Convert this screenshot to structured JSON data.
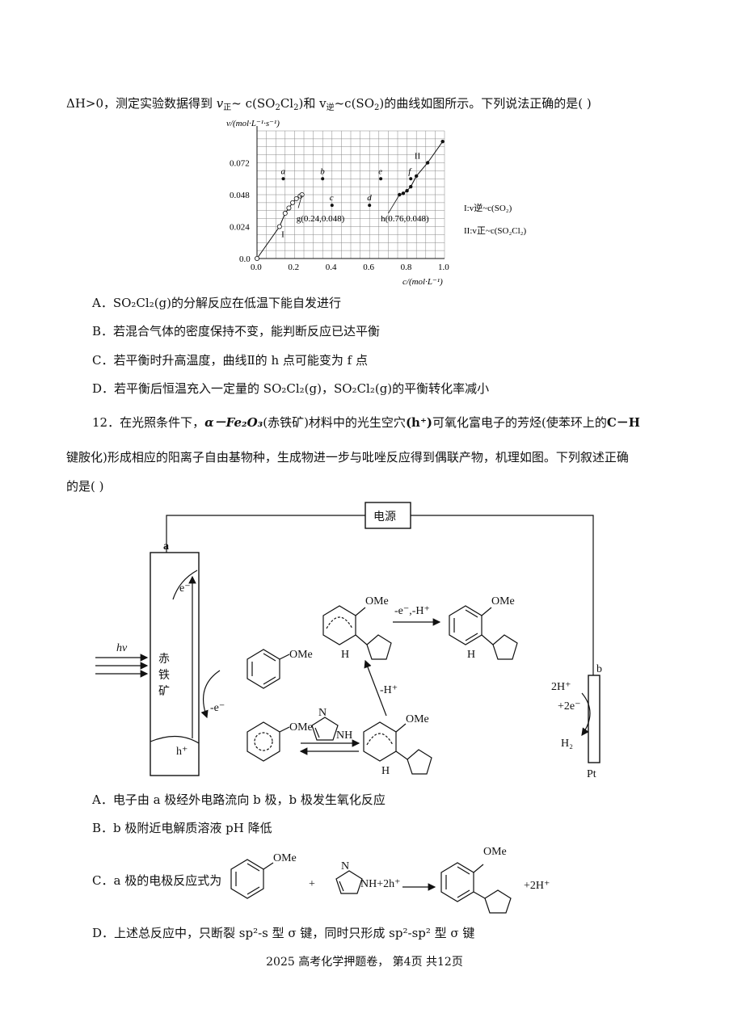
{
  "q11": {
    "stem_dh": "ΔH>0，测定实验数据得到 ",
    "stem_v1": "v",
    "stem_v1sub": "正",
    "stem_mid1": "~ c(SO",
    "stem_mid2": "Cl",
    "stem_mid3": ")和 v",
    "stem_v2sub": "逆",
    "stem_mid4": "~c(SO",
    "stem_end": ")的曲线如图所示。下列说法正确的是(      )",
    "options": {
      "A": "A．SO₂Cl₂(g)的分解反应在低温下能自发进行",
      "B": "B．若混合气体的密度保持不变，能判断反应已达平衡",
      "C": "C．若平衡时升高温度，曲线Ⅱ的 h 点可能变为 f 点",
      "D": "D．若平衡后恒温充入一定量的 SO₂Cl₂(g)，SO₂Cl₂(g)的平衡转化率减小"
    }
  },
  "chart_data": {
    "type": "scatter",
    "xlabel": "c/(mol·L⁻¹)",
    "ylabel": "v/(mol·L⁻¹·s⁻¹)",
    "xlim": [
      0,
      1.0
    ],
    "ylim": [
      0,
      0.096
    ],
    "x_ticks": [
      "0.0",
      "0.2",
      "0.4",
      "0.6",
      "0.8",
      "1.0"
    ],
    "y_ticks": [
      "0.024",
      "0.048",
      "0.072"
    ],
    "grid": true,
    "series": [
      {
        "name": "I:v逆~c(SO₂)",
        "curve_label": "I",
        "points": [
          [
            0,
            0
          ],
          [
            0.12,
            0.024
          ],
          [
            0.15,
            0.034
          ],
          [
            0.17,
            0.038
          ],
          [
            0.19,
            0.042
          ],
          [
            0.21,
            0.045
          ],
          [
            0.23,
            0.047
          ],
          [
            0.24,
            0.048
          ]
        ]
      },
      {
        "name": "II:v正~c(SO₂Cl₂)",
        "curve_label": "II",
        "points": [
          [
            0.76,
            0.048
          ],
          [
            0.78,
            0.049
          ],
          [
            0.8,
            0.051
          ],
          [
            0.82,
            0.054
          ],
          [
            0.85,
            0.062
          ],
          [
            0.91,
            0.072
          ],
          [
            0.99,
            0.088
          ]
        ]
      }
    ],
    "labeled_points": [
      {
        "label": "a",
        "x": 0.14,
        "y": 0.06
      },
      {
        "label": "b",
        "x": 0.35,
        "y": 0.06
      },
      {
        "label": "c",
        "x": 0.4,
        "y": 0.04
      },
      {
        "label": "d",
        "x": 0.6,
        "y": 0.04
      },
      {
        "label": "e",
        "x": 0.66,
        "y": 0.06
      },
      {
        "label": "f",
        "x": 0.82,
        "y": 0.06
      }
    ],
    "annotations": [
      {
        "text": "g(0.24,0.048)",
        "x": 0.24,
        "y": 0.048
      },
      {
        "text": "h(0.76,0.048)",
        "x": 0.76,
        "y": 0.048
      }
    ],
    "legend_placement": "right"
  },
  "q12": {
    "line1_a": "12．在光照条件下，",
    "line1_b": "α－Fe₂O₃",
    "line1_c": "(赤铁矿)材料中的光生空穴",
    "line1_d": "(h⁺)",
    "line1_e": "可氧化富电子的芳烃(使苯环上的",
    "line1_f": "C－H",
    "line2": "键胺化)形成相应的阳离子自由基物种，生成物进一步与吡唑反应得到偶联产物，机理如图。下列叙述正确",
    "line3": "的是(      )",
    "diagram": {
      "power": "电源",
      "electrode_a": "a",
      "electrode_b": "b",
      "pt": "Pt",
      "hv": "hv",
      "hematite": [
        "赤",
        "铁",
        "矿"
      ],
      "e_minus": "e⁻",
      "h_plus": "h⁺",
      "minus_e": "-e⁻",
      "ome": "OMe",
      "step_top": "-e⁻,-H⁺",
      "step_mid": "-H⁺",
      "nh": "NH",
      "n": "N",
      "h": "H",
      "h2_line1": "2H⁺",
      "h2_line2": "+2e⁻",
      "h2_line3": "H₂"
    },
    "options": {
      "A": "A．电子由 a 极经外电路流向 b 极，b 极发生氧化反应",
      "B": "B．b 极附近电解质溶液 pH 降低",
      "C_prefix": "C．a 极的电极反应式为",
      "C_plus": "+",
      "C_mid": "NH+2h⁺",
      "C_end": "+2H⁺",
      "D": "D．上述总反应中，只断裂 sp²-s 型 σ 键，同时只形成 sp²-sp² 型 σ 键"
    }
  },
  "footer": "2025 高考化学押题卷， 第4页 共12页"
}
